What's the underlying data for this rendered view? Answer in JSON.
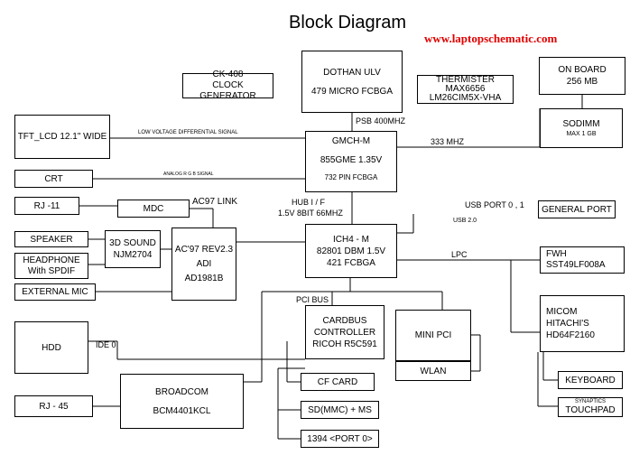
{
  "title": "Block Diagram",
  "url": "www.laptopschematic.com",
  "colors": {
    "url": "#e00000",
    "line": "#000000"
  },
  "boxes": {
    "cpu": [
      "DOTHAN ULV",
      "479 MICRO FCBGA"
    ],
    "clock": [
      "CK-408",
      "CLOCK GENERATOR"
    ],
    "thermal": [
      "THERMISTER",
      "MAX6656",
      "LM26CIM5X-VHA"
    ],
    "onboard": [
      "ON BOARD",
      "256 MB"
    ],
    "sodimm": [
      "SODIMM",
      "MAX 1 GB"
    ],
    "tft": "TFT_LCD 12.1\" WIDE",
    "gmch": [
      "GMCH-M",
      "855GME 1.35V",
      "732 PIN FCBGA"
    ],
    "crt": "CRT",
    "rj11": "RJ -11",
    "mdc": "MDC",
    "speaker": "SPEAKER",
    "sound": [
      "3D SOUND",
      "NJM2704"
    ],
    "codec": [
      "AC'97 REV2.3",
      "ADI",
      "AD1981B"
    ],
    "headphone": [
      "HEADPHONE",
      "With SPDIF"
    ],
    "extmic": "EXTERNAL MIC",
    "ich": [
      "ICH4 - M",
      "82801 DBM 1.5V",
      "421 FCBGA"
    ],
    "generalport": "GENERAL PORT",
    "fwh": [
      "FWH",
      "SST49LF008A"
    ],
    "micom": [
      "MICOM",
      "HITACHI'S",
      "HD64F2160"
    ],
    "hdd": "HDD",
    "cardbus": [
      "CARDBUS",
      "CONTROLLER",
      "RICOH R5C591"
    ],
    "minipci": "MINI PCI",
    "wlan": "WLAN",
    "cfcard": "CF CARD",
    "broadcom": [
      "BROADCOM",
      "BCM4401KCL"
    ],
    "rj45": "RJ - 45",
    "sdms": "SD(MMC) + MS",
    "p1394": "1394 <PORT 0>",
    "keyboard": "KEYBOARD",
    "touchpad": [
      "SYNAPTICS",
      "TOUCHPAD"
    ]
  },
  "labels": {
    "psb": "PSB 400MHZ",
    "lvds": "LOW VOLTAGE DIFFERENTIAL SIGNAL",
    "mem_clk": "333 MHZ",
    "analog_rgb": "ANALOG R G B SIGNAL",
    "ac97_link": "AC97 LINK",
    "hub_if": "HUB I / F",
    "hub_spec": "1.5V 8BIT 66MHZ",
    "usb_port": "USB PORT 0 , 1",
    "usb_ver": "USB 2.0",
    "lpc": "LPC",
    "pci_bus": "PCI BUS",
    "ide": "IDE 0"
  }
}
